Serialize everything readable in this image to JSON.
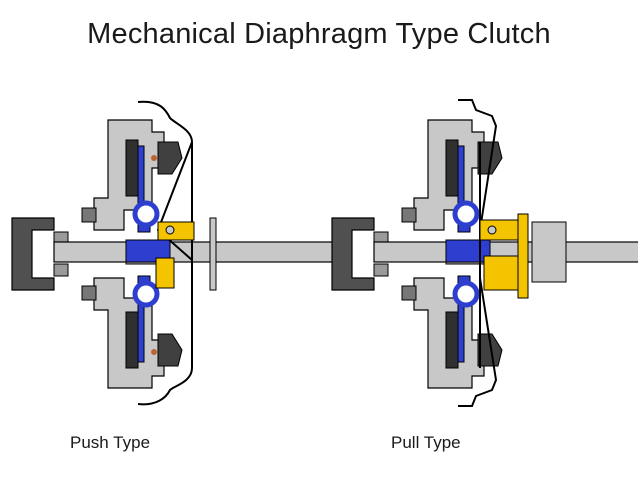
{
  "title": "Mechanical Diaphragm Type Clutch",
  "diagrams": [
    {
      "id": "push",
      "caption": "Push Type"
    },
    {
      "id": "pull",
      "caption": "Pull Type"
    }
  ],
  "colors": {
    "housing_gray": "#c8c8c8",
    "dark_gray": "#505050",
    "disc_blue": "#2e3fd0",
    "bearing_yellow": "#f5c400",
    "outline": "#000000"
  }
}
